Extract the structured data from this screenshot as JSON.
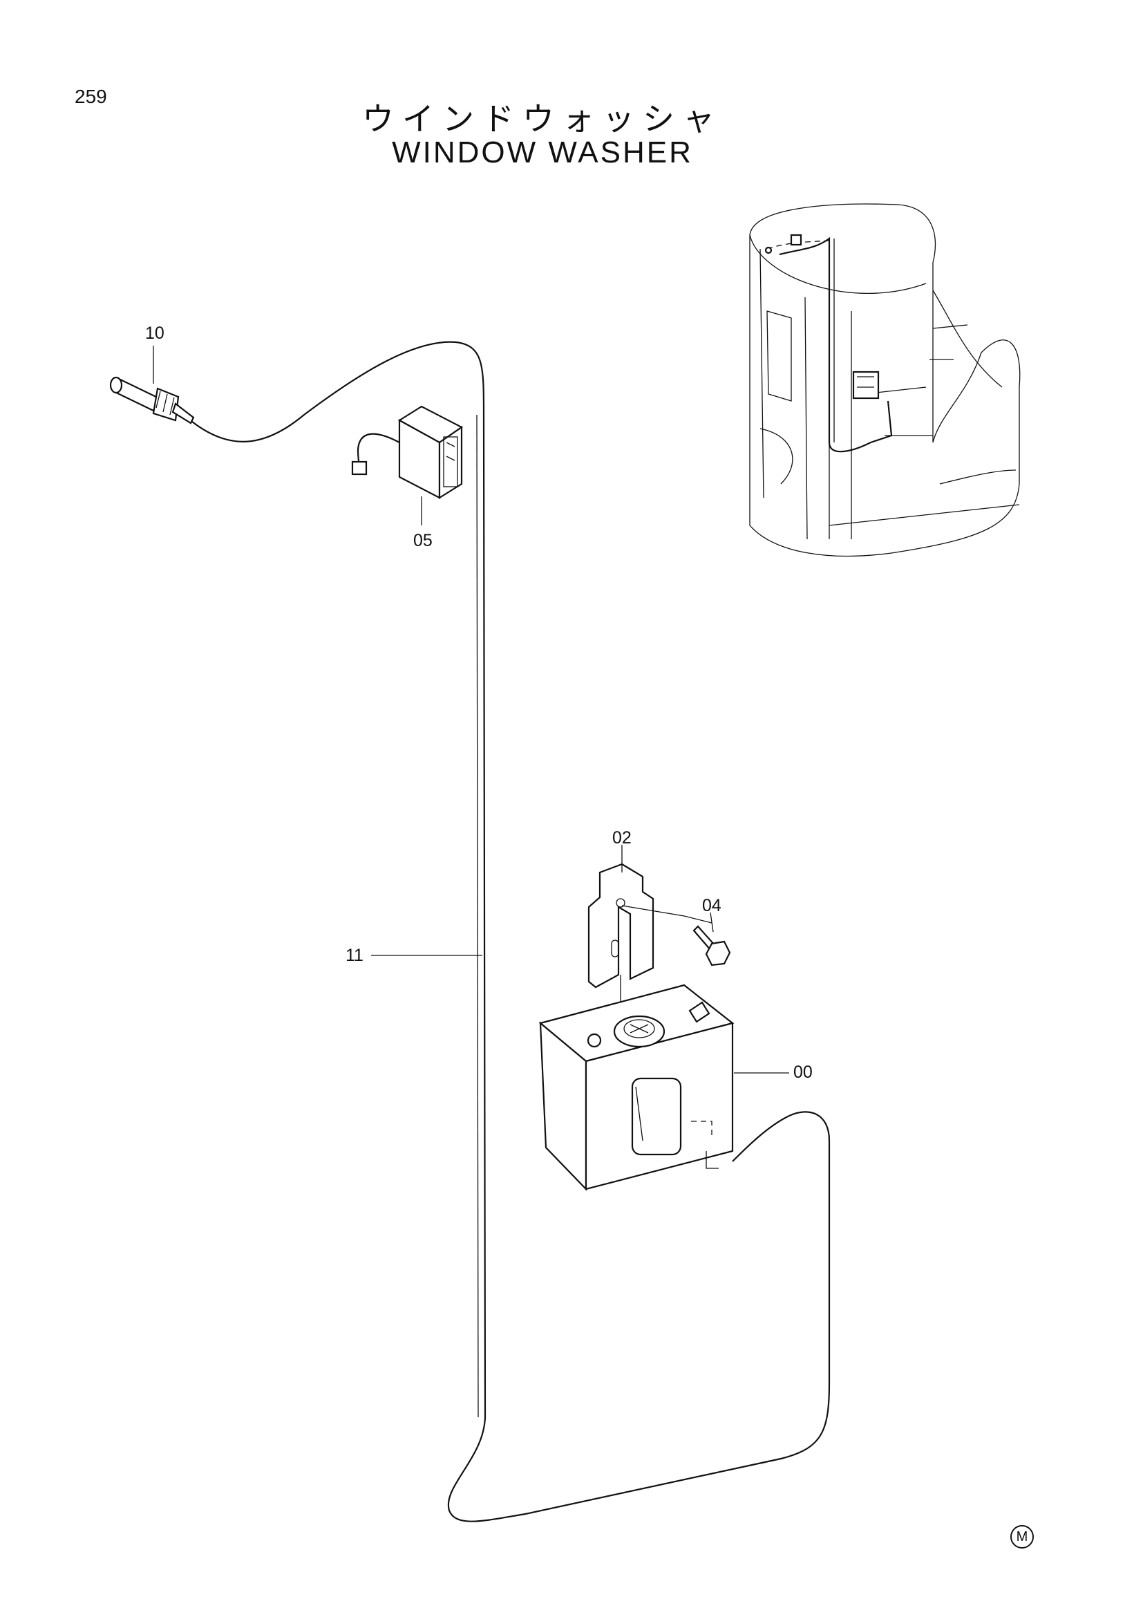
{
  "page": {
    "number": "259"
  },
  "title": {
    "japanese": "ウインドウォッシャ",
    "english": "WINDOW WASHER"
  },
  "callouts": [
    {
      "id": "tank",
      "label": "00"
    },
    {
      "id": "bracket",
      "label": "02"
    },
    {
      "id": "bolt",
      "label": "04"
    },
    {
      "id": "switch",
      "label": "05"
    },
    {
      "id": "nozzle",
      "label": "10"
    },
    {
      "id": "hose",
      "label": "11"
    }
  ],
  "mark": {
    "text": "M"
  },
  "icons": [
    "nozzle-icon",
    "switch-icon",
    "bracket-icon",
    "bolt-icon",
    "tank-icon",
    "cab-icon"
  ]
}
